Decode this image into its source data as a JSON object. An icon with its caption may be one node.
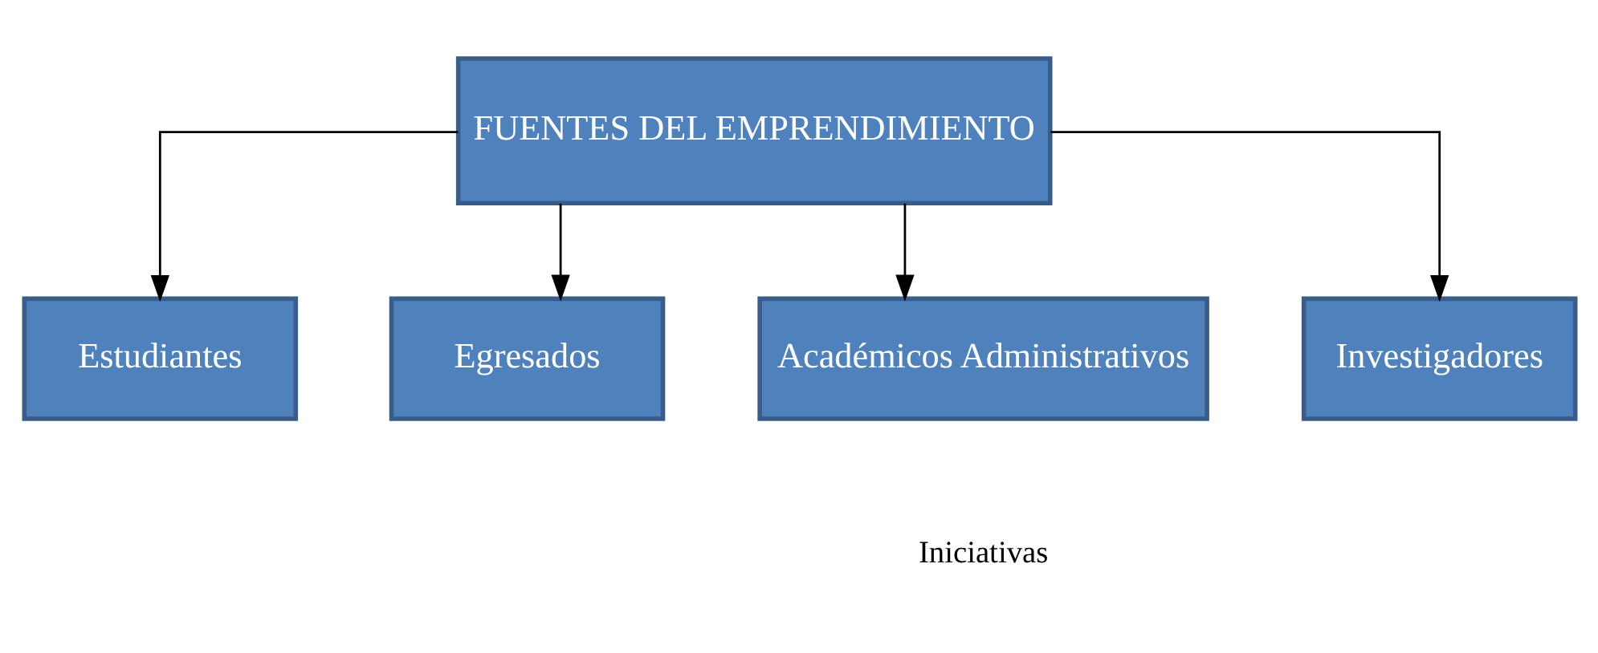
{
  "diagram": {
    "nodes": [
      {
        "text": [
          "FUENTES DEL EMPRENDIMIENTO"
        ]
      },
      {
        "text": [
          "Estudiantes"
        ]
      },
      {
        "text": [
          "Egresados"
        ]
      },
      {
        "text": [
          "Académicos Administrativos"
        ]
      },
      {
        "text": [
          "Investigadores"
        ]
      }
    ],
    "edges": [
      {
        "from": 0,
        "to": 1,
        "arrow": "to"
      },
      {
        "from": 0,
        "to": 2,
        "arrow": "to"
      },
      {
        "from": 0,
        "to": 3,
        "arrow": "to"
      },
      {
        "from": 0,
        "to": 4,
        "arrow": "to"
      }
    ],
    "labels": [
      "Iniciativas"
    ]
  }
}
